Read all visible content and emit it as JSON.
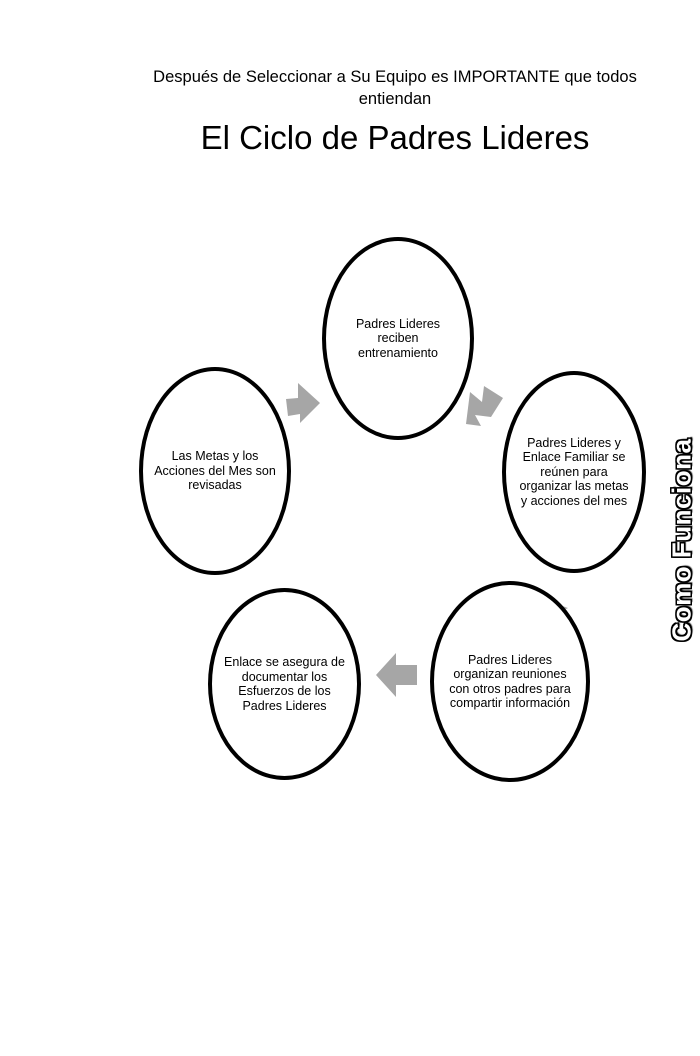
{
  "header": {
    "subtitle": "Después de Seleccionar a Su Equipo es IMPORTANTE que todos entiendan",
    "title": "El Ciclo de Padres Lideres"
  },
  "side_label": "Como Funciona",
  "cycle": {
    "nodes": [
      {
        "text": "Padres Lideres reciben entrenamiento"
      },
      {
        "text": "Padres Lideres y Enlace Familiar se reúnen para organizar las metas y acciones del mes"
      },
      {
        "text": "Padres Lideres organizan reuniones con otros padres para compartir información"
      },
      {
        "text": "Enlace se asegura de documentar los Esfuerzos de los Padres Lideres"
      },
      {
        "text": "Las Metas y los Acciones del Mes son revisadas"
      }
    ],
    "colors": {
      "node_border": "#000000",
      "node_fill": "#ffffff",
      "arrow": "#a6a6a6"
    }
  }
}
